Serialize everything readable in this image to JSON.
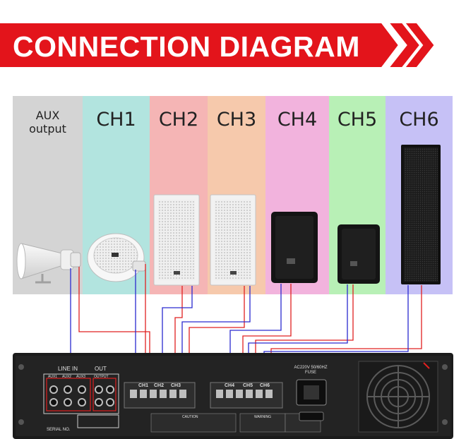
{
  "header": {
    "title": "CONNECTION DIAGRAM",
    "accent": "#e3141b"
  },
  "columns": [
    {
      "label_line1": "AUX",
      "label_line2": "output",
      "color": "#d4d4d4",
      "device": "horn-speaker"
    },
    {
      "label": "CH1",
      "color": "#b2e4df",
      "device": "ceiling-speaker"
    },
    {
      "label": "CH2",
      "color": "#f5b5b5",
      "device": "wall-speaker-white"
    },
    {
      "label": "CH3",
      "color": "#f6c9ac",
      "device": "wall-speaker-white"
    },
    {
      "label": "CH4",
      "color": "#f2b3dd",
      "device": "wall-speaker-black"
    },
    {
      "label": "CH5",
      "color": "#b8f0b6",
      "device": "wall-speaker-black-small"
    },
    {
      "label": "CH6",
      "color": "#c6c1f6",
      "device": "column-speaker"
    }
  ],
  "amplifier": {
    "line_in_label": "LINE IN",
    "out_label": "OUT",
    "aux_labels": [
      "AUX1",
      "AUX2",
      "AUX3"
    ],
    "output_label": "OUTPUT",
    "channel_tags": [
      "CH1",
      "CH2",
      "CH3",
      "CH4",
      "CH5",
      "CH6"
    ],
    "power_label_line1": "AC220V 50/60HZ",
    "power_label_line2": "FUSE",
    "caution_label": "CAUTION",
    "warning_label": "WARNING",
    "serial_label": "SERIAL NO."
  },
  "wire_colors": {
    "positive": "#e02020",
    "negative": "#2a2ad0"
  }
}
